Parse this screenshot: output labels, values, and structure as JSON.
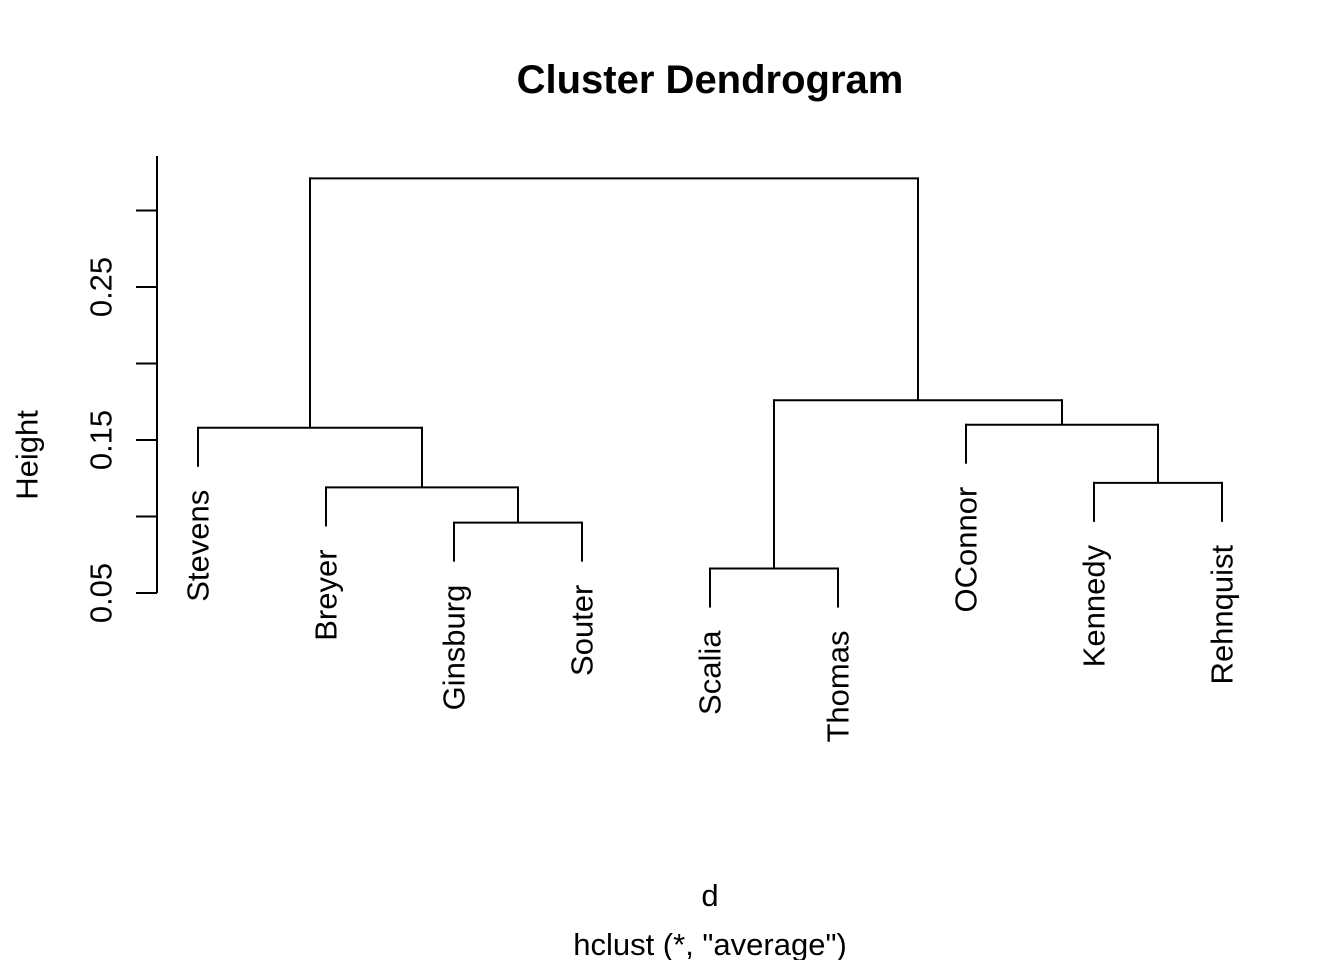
{
  "chart_data": {
    "type": "dendrogram",
    "title": "Cluster Dendrogram",
    "ylabel": "Height",
    "xlabel": "d",
    "subcaption": "hclust (*, \"average\")",
    "linkage_method": "average",
    "hang": 0.1,
    "line_color": "#000000",
    "background_color": "#ffffff",
    "leaves": [
      "Stevens",
      "Breyer",
      "Ginsburg",
      "Souter",
      "Scalia",
      "Thomas",
      "OConnor",
      "Kennedy",
      "Rehnquist"
    ],
    "y_axis": {
      "label": "Height",
      "tick_values": [
        0.05,
        0.1,
        0.15,
        0.2,
        0.25,
        0.3
      ],
      "labeled_ticks": [
        "0.05",
        "0.15",
        "0.25"
      ],
      "range": [
        0.05,
        0.335
      ]
    },
    "merge_heights": {
      "Ginsburg+Souter": 0.096,
      "Breyer+(Ginsburg,Souter)": 0.119,
      "Stevens+(Breyer,Ginsburg,Souter)": 0.158,
      "Scalia+Thomas": 0.066,
      "Kennedy+Rehnquist": 0.122,
      "OConnor+(Kennedy,Rehnquist)": 0.16,
      "(Scalia,Thomas)+(OConnor,Kennedy,Rehnquist)": 0.176,
      "root": 0.321
    },
    "tree": {
      "height": 0.321,
      "children": [
        {
          "height": 0.158,
          "children": [
            {
              "leaf": "Stevens"
            },
            {
              "height": 0.119,
              "children": [
                {
                  "leaf": "Breyer"
                },
                {
                  "height": 0.096,
                  "children": [
                    {
                      "leaf": "Ginsburg"
                    },
                    {
                      "leaf": "Souter"
                    }
                  ]
                }
              ]
            }
          ]
        },
        {
          "height": 0.176,
          "children": [
            {
              "height": 0.066,
              "children": [
                {
                  "leaf": "Scalia"
                },
                {
                  "leaf": "Thomas"
                }
              ]
            },
            {
              "height": 0.16,
              "children": [
                {
                  "leaf": "OConnor"
                },
                {
                  "height": 0.122,
                  "children": [
                    {
                      "leaf": "Kennedy"
                    },
                    {
                      "leaf": "Rehnquist"
                    }
                  ]
                }
              ]
            }
          ]
        }
      ]
    }
  }
}
